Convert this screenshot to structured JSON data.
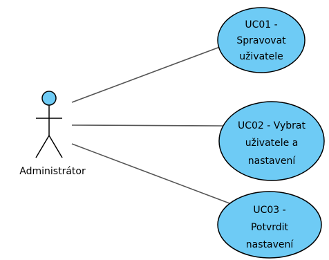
{
  "actor": {
    "name": "Administrátor",
    "head_color": "#6ecbf5"
  },
  "use_cases": [
    {
      "lines": [
        "UC01 -",
        "Spravovat",
        "uživatele"
      ],
      "fill": "#6ecbf5"
    },
    {
      "lines": [
        "UC02 - Vybrat",
        "uživatele a",
        "nastavení"
      ],
      "fill": "#6ecbf5"
    },
    {
      "lines": [
        "UC03 -",
        "Potvrdit",
        "nastavení"
      ],
      "fill": "#6ecbf5"
    }
  ],
  "colors": {
    "stroke": "#000000",
    "association": "#555555"
  }
}
